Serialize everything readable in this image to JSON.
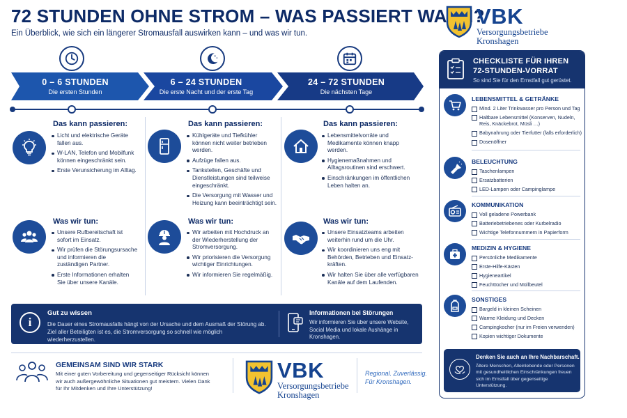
{
  "header": {
    "title": "72 STUNDEN OHNE STROM – WAS PASSIERT WANN?",
    "subtitle": "Ein Überblick, wie sich ein längerer Stromausfall auswirken kann – und was wir tun."
  },
  "brand": {
    "logo_word": "VBK",
    "name_line1": "Versorgungsbetriebe",
    "name_line2": "Kronshagen",
    "slogan_line1": "Regional. Zuverlässig.",
    "slogan_line2": "Für Kronshagen.",
    "colors": {
      "navy": "#16346f",
      "blue": "#1d4c99",
      "gold": "#f2c230",
      "accent_text": "#2f69bd"
    }
  },
  "phases": [
    {
      "title": "0 – 6 STUNDEN",
      "subtitle": "Die ersten Stunden",
      "icon": "clock-icon",
      "happens_icon": "lightbulb-icon",
      "action_icon": "team-icon",
      "happens_heading": "Das kann passieren:",
      "happens": [
        "Licht und elektrische Geräte fallen aus.",
        "W-LAN, Telefon und Mobilfunk können eingeschränkt sein.",
        "Erste Verunsicherung im Alltag."
      ],
      "actions_heading": "Was wir tun:",
      "actions": [
        "Unsere Rufbereitschaft ist sofort im Einsatz.",
        "Wir prüfen die Störungsursache und informieren die zuständigen Partner.",
        "Erste Informationen erhalten Sie über unsere Kanäle."
      ]
    },
    {
      "title": "6 – 24 STUNDEN",
      "subtitle": "Die erste Nacht und der erste Tag",
      "icon": "moon-icon",
      "happens_icon": "fridge-icon",
      "action_icon": "worker-icon",
      "happens_heading": "Das kann passieren:",
      "happens": [
        "Kühlgeräte und Tiefkühler können nicht weiter betrieben werden.",
        "Aufzüge fallen aus.",
        "Tankstellen, Geschäfte und Dienstleistungen sind teilweise eingeschränkt.",
        "Die Versorgung mit Wasser und Heizung kann beeinträchtigt sein."
      ],
      "actions_heading": "Was wir tun:",
      "actions": [
        "Wir arbeiten mit Hochdruck an der Wiederherstellung der Stromversorgung.",
        "Wir priorisieren die Versorgung wichtiger Einrichtungen.",
        "Wir informieren Sie regelmäßig."
      ]
    },
    {
      "title": "24 – 72 STUNDEN",
      "subtitle": "Die nächsten Tage",
      "icon": "calendar-icon",
      "happens_icon": "house-icon",
      "action_icon": "handshake-icon",
      "happens_heading": "Das kann passieren:",
      "happens": [
        "Lebensmittelvorräte und Medikamente können knapp werden.",
        "Hygienemaßnahmen und Alltagsroutinen sind erschwert.",
        "Einschränkungen im öffentlichen Leben halten an."
      ],
      "actions_heading": "Was wir tun:",
      "actions": [
        "Unsere Einsatzteams arbeiten weiterhin rund um die Uhr.",
        "Wir koordinieren uns eng mit Behörden, Betrieben und Einsatz-kräften.",
        "Wir halten Sie über alle verfügbaren Kanäle auf dem Laufenden."
      ]
    }
  ],
  "info_bar": {
    "title": "Gut zu wissen",
    "text": "Die Dauer eines Stromausfalls hängt von der Ursache und dem Ausmaß der Störung ab. Ziel aller Beteiligten ist es, die Stromversorgung so schnell wie möglich wiederherzustellen.",
    "info_icon": "info-icon",
    "right_icon": "phone-icon",
    "right_title": "Informationen bei Störungen",
    "right_text": "Wir informieren Sie über unsere Website, Social Media und lokale Aushänge in Kronshagen."
  },
  "together": {
    "icon": "people-icon",
    "title": "GEMEINSAM SIND WIR STARK",
    "text": "Mit einer guten Vorbereitung und gegenseitiger Rücksicht können wir auch außergewöhnliche Situationen gut meistern. Vielen Dank für Ihr Mitdenken und Ihre Unterstützung!"
  },
  "checklist": {
    "icon": "clipboard-icon",
    "title_line1": "CHECKLISTE FÜR IHREN",
    "title_line2": "72-STUNDEN-VORRAT",
    "subtitle": "So sind Sie für den Ernstfall gut gerüstet.",
    "categories": [
      {
        "title": "LEBENSMITTEL & GETRÄNKE",
        "icon": "cart-icon",
        "items": [
          "Mind. 2 Liter Trinkwasser pro Person und Tag",
          "Haltbare Lebensmittel (Konserven, Nudeln, Reis, Knäckebrot, Müsli …)",
          "Babynahrung oder Tierfutter (falls erforderlich)",
          "Dosenöffner"
        ]
      },
      {
        "title": "BELEUCHTUNG",
        "icon": "flashlight-icon",
        "items": [
          "Taschenlampen",
          "Ersatzbatterien",
          "LED-Lampen oder Campinglampe"
        ]
      },
      {
        "title": "KOMMUNIKATION",
        "icon": "radio-icon",
        "items": [
          "Voll geladene Powerbank",
          "Batteriebetriebenes oder Kurbelradio",
          "Wichtige Telefonnummern in Papierform"
        ]
      },
      {
        "title": "MEDIZIN & HYGIENE",
        "icon": "first-aid-icon",
        "items": [
          "Persönliche Medikamente",
          "Erste-Hilfe-Kästen",
          "Hygieneartikel",
          "Feuchttücher und Müllbeutel"
        ]
      },
      {
        "title": "SONSTIGES",
        "icon": "backpack-icon",
        "items": [
          "Bargeld in kleinen Scheinen",
          "Warme Kleidung und Decken",
          "Campingkocher (nur im Freien verwenden)",
          "Kopien wichtiger Dokumente"
        ]
      }
    ],
    "footer_icon": "heart-hands-icon",
    "footer_title": "Denken Sie auch an Ihre Nachbarschaft.",
    "footer_text": "Ältere Menschen, Alleinlebende oder Personen mit gesundheitlichen Einschränkungen freuen sich im Ernstfall über gegenseitige Unterstützung."
  }
}
